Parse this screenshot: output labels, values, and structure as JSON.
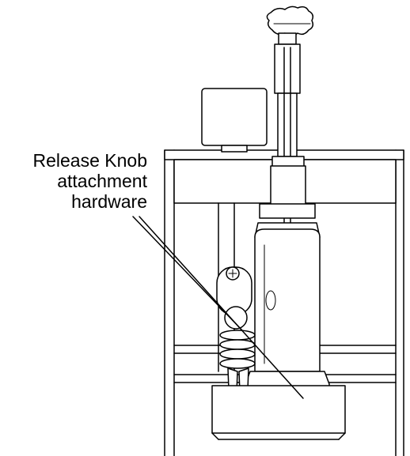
{
  "callout": {
    "line1": "Release Knob",
    "line2": "attachment",
    "line3": "hardware"
  },
  "colors": {
    "ink": "#000000",
    "paper": "#ffffff"
  }
}
